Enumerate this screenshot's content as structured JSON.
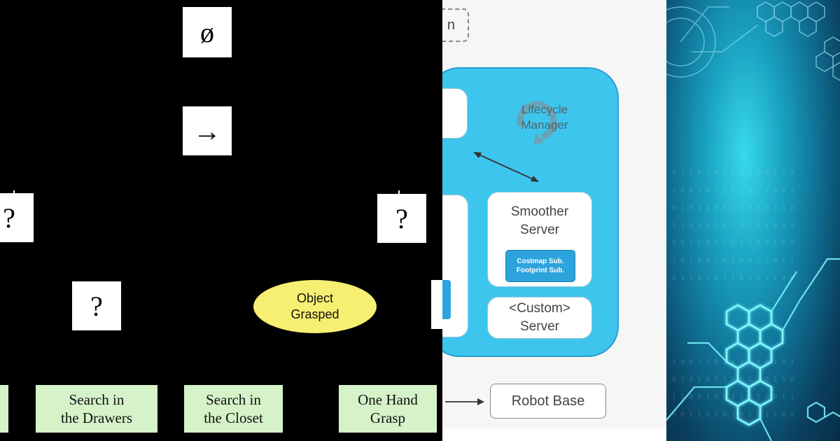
{
  "behavior_tree": {
    "fallback_symbol": "ø",
    "sequence_symbol": "→",
    "question_left": "?",
    "question_right": "?",
    "question_mid": "?",
    "condition": "Object\nGrasped",
    "leaf_drawers": "Search in\nthe Drawers",
    "leaf_closet": "Search in\nthe Closet",
    "leaf_grasp": "One Hand\nGrasp"
  },
  "nav_architecture": {
    "dashed_fragment": "n",
    "lifecycle_label": "Lifecycle\nManager",
    "smoother_label": "Smoother\nServer",
    "subscriptions_label": "Costmap Sub.\nFootprint Sub.",
    "custom_label": "<Custom>\nServer",
    "robot_base_label": "Robot Base",
    "colors": {
      "container": "#3ec5ee",
      "subscriptions": "#2da3dd"
    }
  },
  "tech_background": {
    "icon": "hexagon-circuit-icon",
    "colors": {
      "glow": "#38d9ea",
      "deep": "#0a3f5e"
    }
  }
}
